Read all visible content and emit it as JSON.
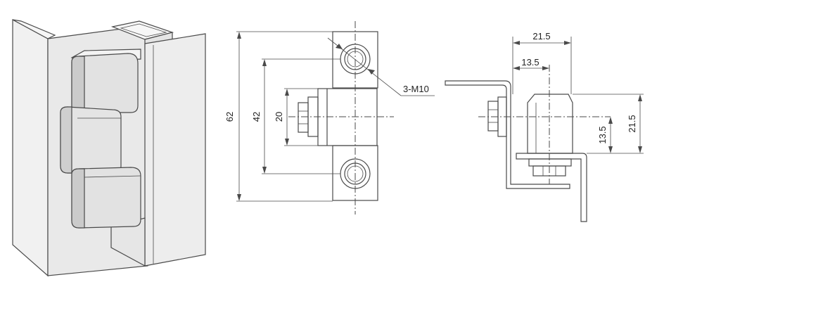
{
  "drawing": {
    "front_view": {
      "overall_height": "62",
      "hole_spacing": "42",
      "body_height": "20",
      "thread_callout": "3-M10"
    },
    "side_view": {
      "width_outer": "21.5",
      "width_inner": "13.5",
      "height_inner": "13.5",
      "height_outer": "21.5"
    }
  },
  "colors": {
    "line": "#4a4a4a",
    "face_light": "#ececec",
    "face_mid": "#e2e2e2",
    "face_dark": "#c8c8c8",
    "background": "#ffffff"
  }
}
